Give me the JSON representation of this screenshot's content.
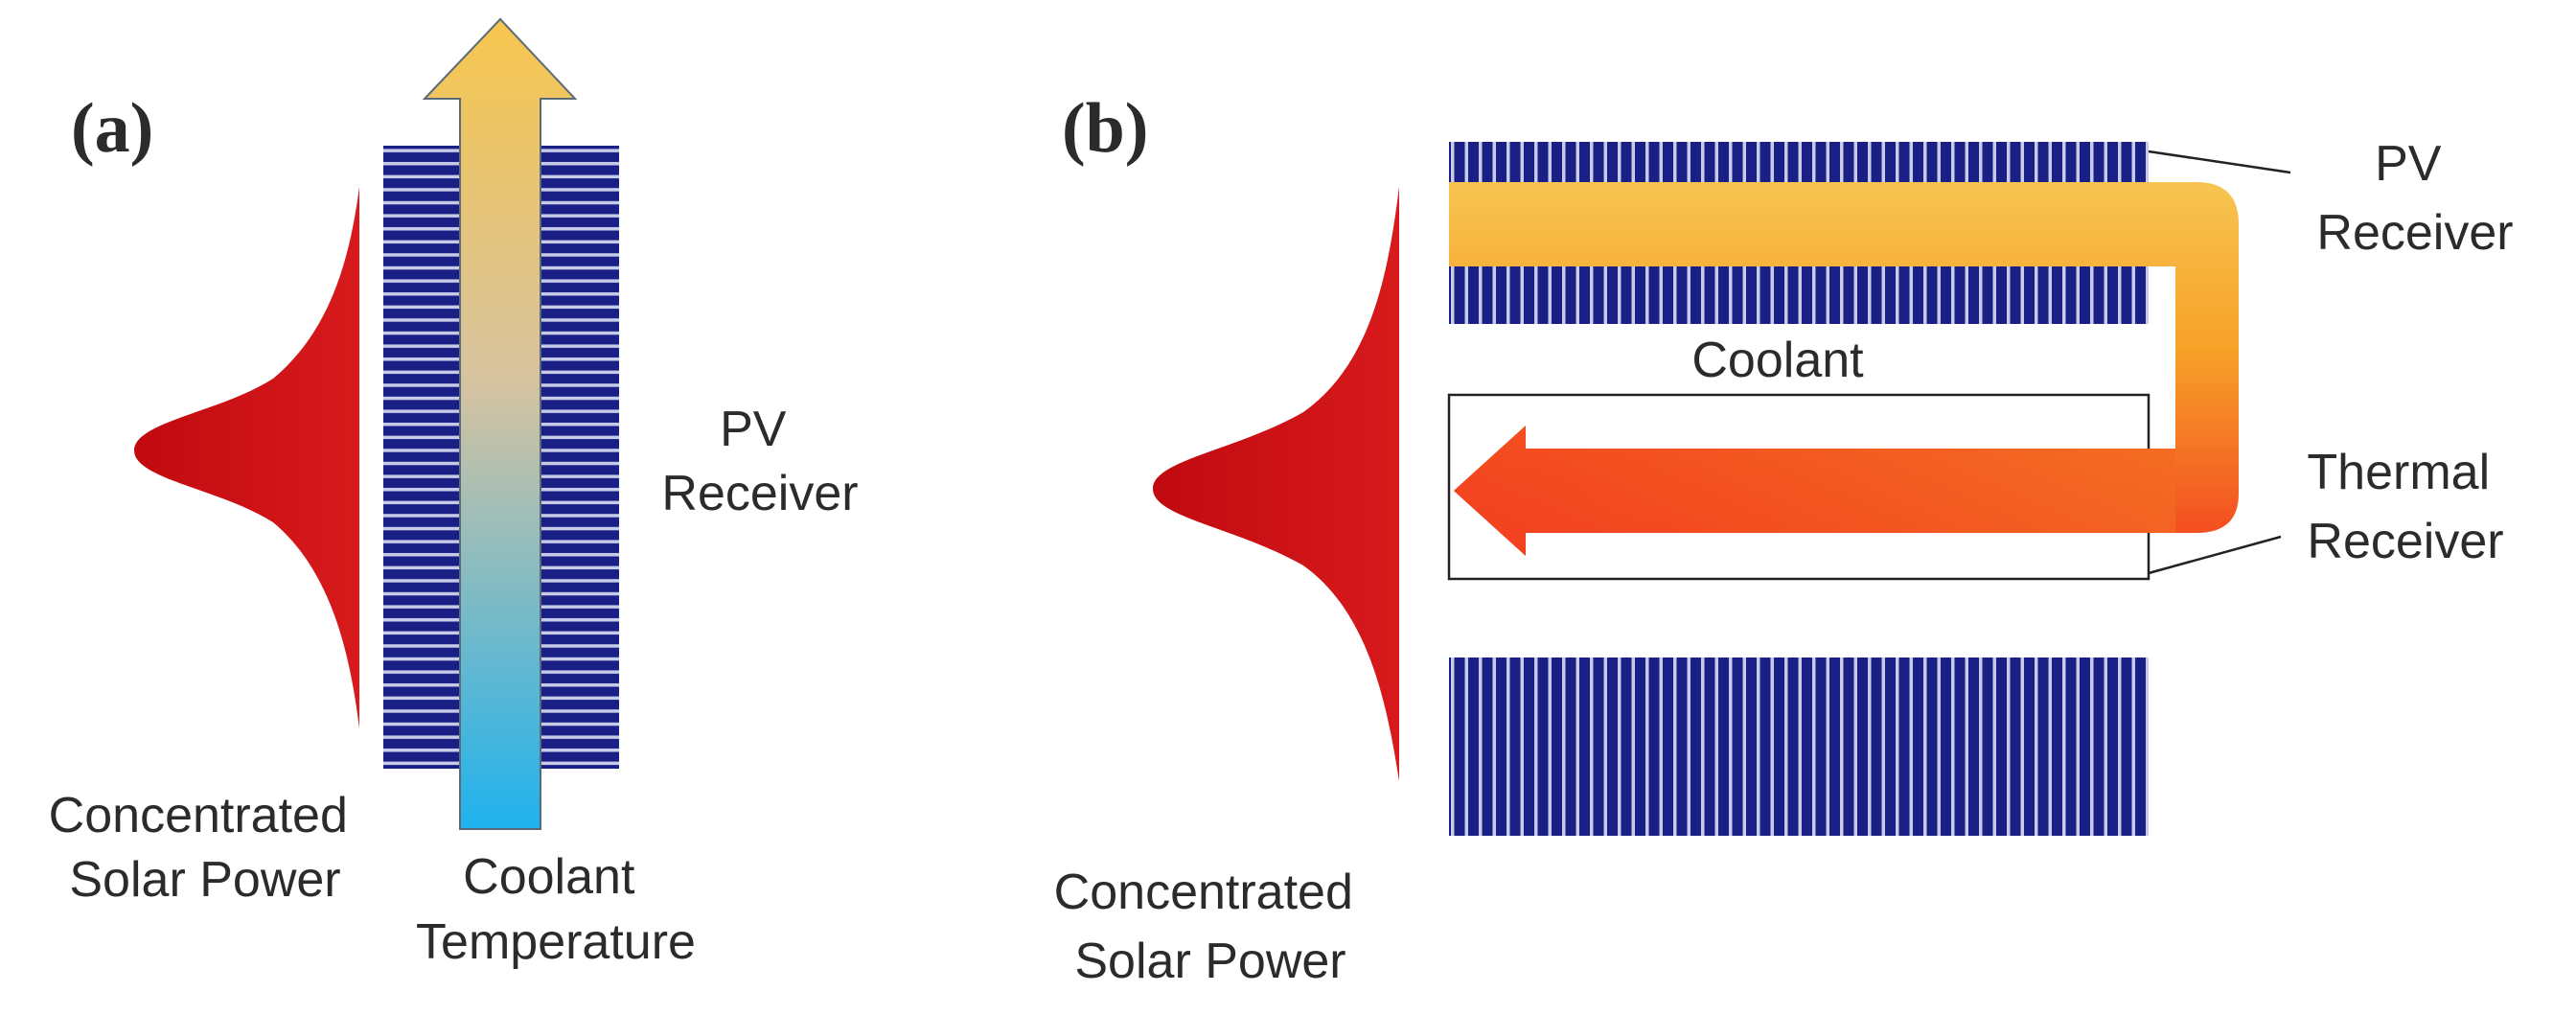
{
  "panel_a": {
    "label": "(a)",
    "pv_receiver": [
      "PV",
      "Receiver"
    ],
    "concentrated_solar_power": [
      "Concentrated",
      "Solar Power"
    ],
    "coolant_temperature": [
      "Coolant",
      "Temperature"
    ]
  },
  "panel_b": {
    "label": "(b)",
    "pv_receiver": [
      "PV",
      "Receiver"
    ],
    "coolant": "Coolant",
    "thermal_receiver": [
      "Thermal",
      "Receiver"
    ],
    "concentrated_solar_power": [
      "Concentrated",
      "Solar Power"
    ]
  },
  "colors": {
    "pv_cell": "#1a1f86",
    "pv_line": "#c7cbe8",
    "solar_power": "#cc0d15",
    "coolant_hot": "#f5c85a",
    "coolant_warm": "#f7a128",
    "coolant_mid": "#f45a22",
    "coolant_cold": "#27b4ee"
  }
}
